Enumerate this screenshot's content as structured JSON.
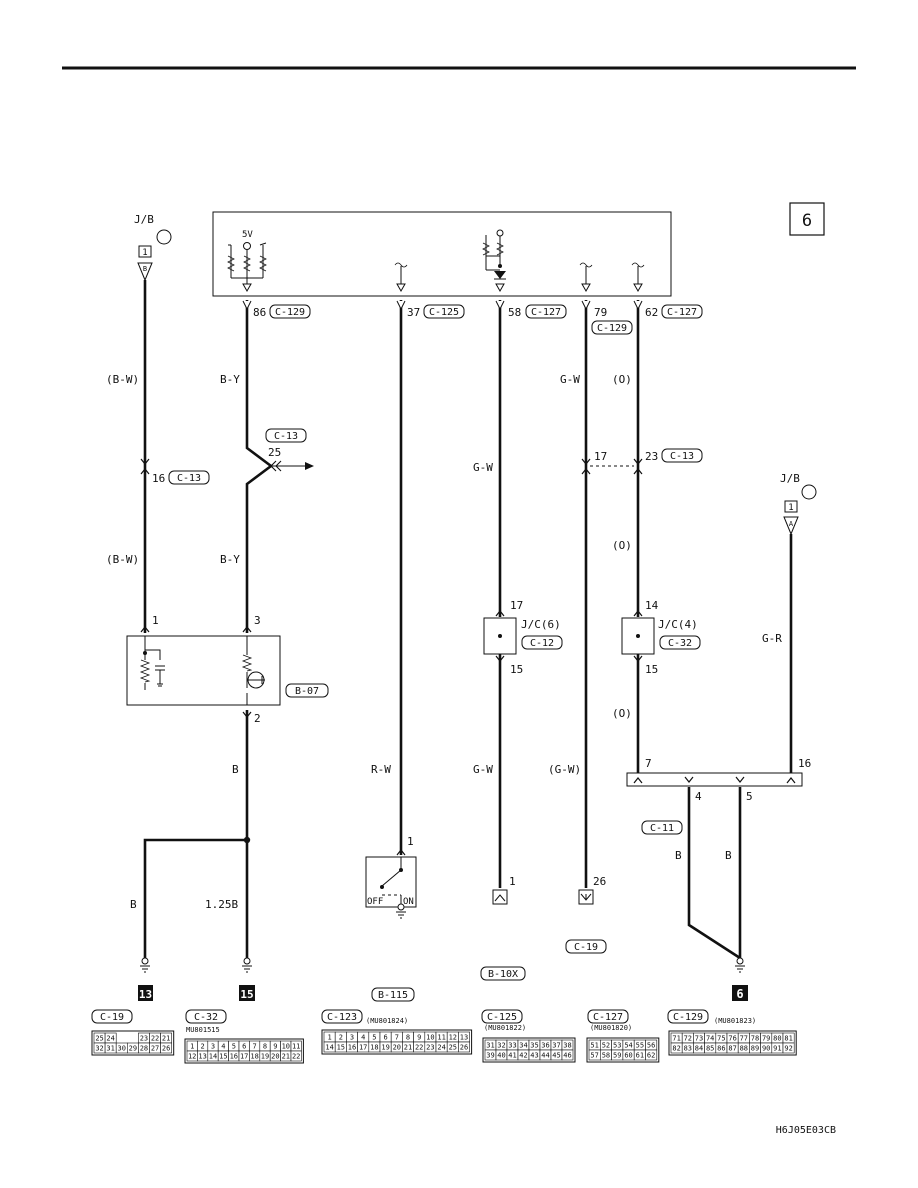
{
  "page": {
    "sheet_number": "6",
    "diagram_code": "H6J05E03CB"
  },
  "jb_left": {
    "label": "J/B",
    "box": "1",
    "pin": "B"
  },
  "jb_right": {
    "label": "J/B",
    "box": "1",
    "pin": "A"
  },
  "ecu": {
    "voltage_label": "5V"
  },
  "ecu_pins": [
    {
      "pin": "86",
      "connector": "C-129"
    },
    {
      "pin": "37",
      "connector": "C-125"
    },
    {
      "pin": "58",
      "connector": "C-127"
    },
    {
      "pin": "79",
      "connector": "C-129"
    },
    {
      "pin": "62",
      "connector": "C-127"
    }
  ],
  "wire_colors": {
    "bw_top": "(B-W)",
    "bw_bottom": "(B-W)",
    "by_top": "B-Y",
    "by_bottom": "B-Y",
    "gw_mid": "G-W",
    "gw_lower": "G-W",
    "gw_right": "G-W",
    "gw_paren": "(G-W)",
    "o1": "(O)",
    "o2": "(O)",
    "o3": "(O)",
    "gr": "G-R",
    "rw": "R-W",
    "b_mid": "B",
    "b_left": "B",
    "b_125": "1.25B",
    "b_c11a": "B",
    "b_c11b": "B"
  },
  "joints": {
    "c13_left": {
      "pin": "16",
      "connector": "C-13"
    },
    "c13_splice": {
      "pin": "25",
      "connector": "C-13"
    },
    "c13_pin17": "17",
    "c13_right": {
      "pin": "23",
      "connector": "C-13"
    },
    "jc6": {
      "name": "J/C(6)",
      "connector": "C-12",
      "pin_in": "17",
      "pin_out": "15"
    },
    "jc4": {
      "name": "J/C(4)",
      "connector": "C-32",
      "pin_in": "14",
      "pin_out": "15"
    },
    "sensor": {
      "connector": "B-07",
      "pin1": "1",
      "pin3": "3",
      "pin2": "2"
    },
    "c11": {
      "connector": "C-11",
      "pin7": "7",
      "pin16": "16",
      "pin4": "4",
      "pin5": "5"
    },
    "switch": {
      "connector": "B-115",
      "pin": "1",
      "off": "OFF",
      "on": "ON"
    },
    "c19": {
      "connector": "C-19",
      "pin1": "1",
      "pin26": "26"
    },
    "b10x": "B-10X"
  },
  "grounds": [
    "13",
    "15",
    "6"
  ],
  "connector_legend": [
    {
      "id": "C-19",
      "part": "",
      "rows": [
        [
          "25",
          "24",
          "",
          "",
          "23",
          "22",
          "21"
        ],
        [
          "32",
          "31",
          "30",
          "29",
          "28",
          "27",
          "26"
        ]
      ]
    },
    {
      "id": "C-32",
      "part": "MU801515",
      "rows": [
        [
          "1",
          "2",
          "3",
          "4",
          "5",
          "6",
          "7",
          "8",
          "9",
          "10",
          "11"
        ],
        [
          "12",
          "13",
          "14",
          "15",
          "16",
          "17",
          "18",
          "19",
          "20",
          "21",
          "22"
        ]
      ]
    },
    {
      "id": "C-123",
      "part": "(MU801824)",
      "rows": [
        [
          "1",
          "2",
          "3",
          "4",
          "5",
          "6",
          "7",
          "8",
          "9",
          "10",
          "11",
          "12",
          "13"
        ],
        [
          "14",
          "15",
          "16",
          "17",
          "18",
          "19",
          "20",
          "21",
          "22",
          "23",
          "24",
          "25",
          "26"
        ]
      ]
    },
    {
      "id": "C-125",
      "part": "(MU801822)",
      "rows": [
        [
          "31",
          "32",
          "33",
          "34",
          "35",
          "36",
          "37",
          "38"
        ],
        [
          "39",
          "40",
          "41",
          "42",
          "43",
          "44",
          "45",
          "46"
        ]
      ]
    },
    {
      "id": "C-127",
      "part": "(MU801820)",
      "rows": [
        [
          "51",
          "52",
          "53",
          "54",
          "55",
          "56"
        ],
        [
          "57",
          "58",
          "59",
          "60",
          "61",
          "62"
        ]
      ]
    },
    {
      "id": "C-129",
      "part": "(MU801823)",
      "rows": [
        [
          "71",
          "72",
          "73",
          "74",
          "75",
          "76",
          "77",
          "78",
          "79",
          "80",
          "81"
        ],
        [
          "82",
          "83",
          "84",
          "85",
          "86",
          "87",
          "88",
          "89",
          "90",
          "91",
          "92"
        ]
      ]
    }
  ]
}
